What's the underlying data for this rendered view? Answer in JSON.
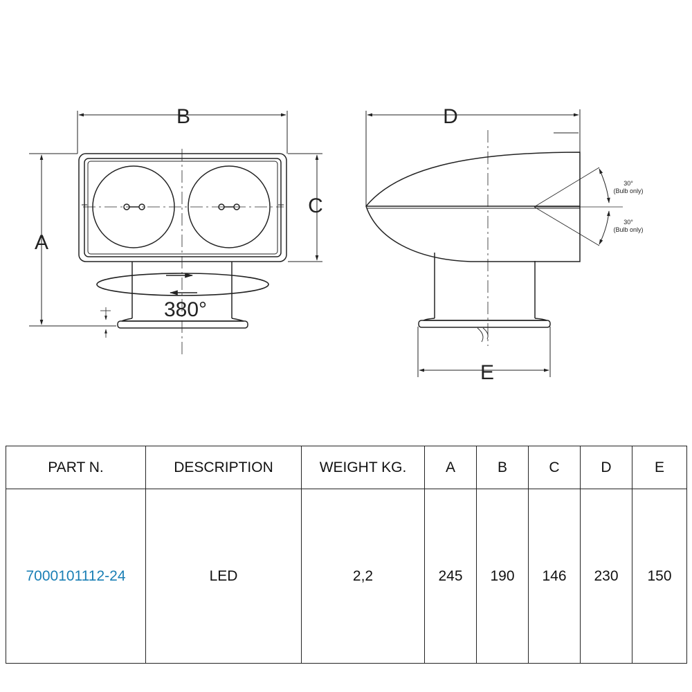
{
  "drawing": {
    "labels": {
      "A": "A",
      "B": "B",
      "C": "C",
      "D": "D",
      "E": "E"
    },
    "rotation_label": "380°",
    "tilt_up_angle": "30°",
    "tilt_up_note": "(Bulb only)",
    "tilt_down_angle": "30°",
    "tilt_down_note": "(Bulb only)"
  },
  "table": {
    "headers": [
      "PART N.",
      "DESCRIPTION",
      "WEIGHT KG.",
      "A",
      "B",
      "C",
      "D",
      "E"
    ],
    "rows": [
      [
        "7000101112-24",
        "LED",
        "2,2",
        "245",
        "190",
        "146",
        "230",
        "150"
      ]
    ]
  },
  "colors": {
    "part_number": "#1a7fb5",
    "lines": "#222222"
  }
}
